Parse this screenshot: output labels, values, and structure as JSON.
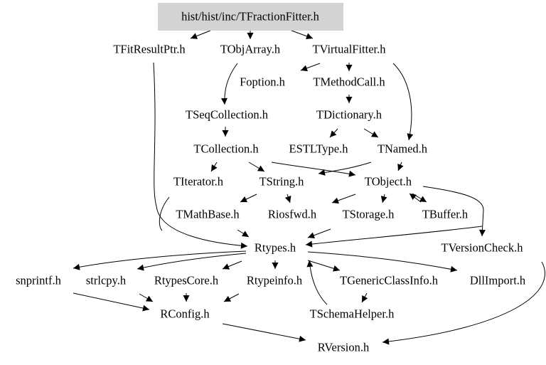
{
  "graph": {
    "root": "hist/hist/inc/TFractionFitter.h",
    "root_fill": "#d3d3d3",
    "nodes": {
      "tfitresultptr": "TFitResultPtr.h",
      "tobjarray": "TObjArray.h",
      "tvirtualfitter": "TVirtualFitter.h",
      "foption": "Foption.h",
      "tmethodcall": "TMethodCall.h",
      "tseqcollection": "TSeqCollection.h",
      "tdictionary": "TDictionary.h",
      "tcollection": "TCollection.h",
      "estltype": "ESTLType.h",
      "tnamed": "TNamed.h",
      "titerator": "TIterator.h",
      "tstring": "TString.h",
      "tobject": "TObject.h",
      "tmathbase": "TMathBase.h",
      "riosfwd": "Riosfwd.h",
      "tstorage": "TStorage.h",
      "tbuffer": "TBuffer.h",
      "rtypes": "Rtypes.h",
      "tversioncheck": "TVersionCheck.h",
      "snprintf": "snprintf.h",
      "strlcpy": "strlcpy.h",
      "rtypescore": "RtypesCore.h",
      "rtypeinfo": "Rtypeinfo.h",
      "tgenericclassinfo": "TGenericClassInfo.h",
      "dllimport": "DllImport.h",
      "rconfig": "RConfig.h",
      "tschemahelper": "TSchemaHelper.h",
      "rversion": "RVersion.h"
    }
  }
}
